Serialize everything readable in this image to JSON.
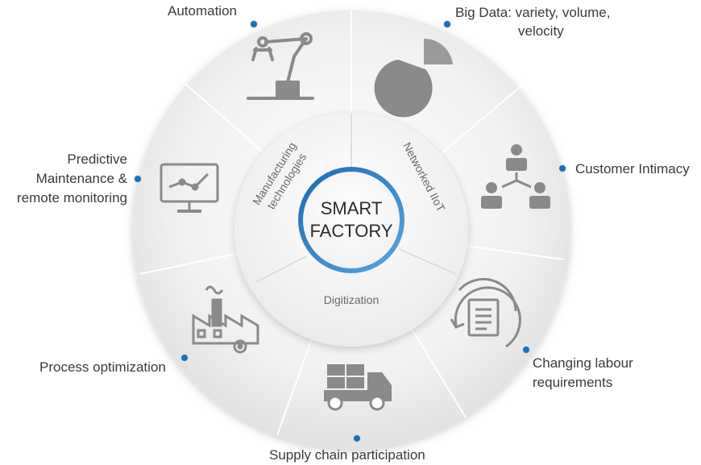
{
  "center": {
    "line1": "SMART",
    "line2": "FACTORY"
  },
  "ring": {
    "segment_1_line1": "Manufacturing",
    "segment_1_line2": "technologies",
    "segment_2": "Networked IIoT",
    "segment_3": "Digitization"
  },
  "labels": {
    "automation": "Automation",
    "big_data_line1": "Big Data: variety, volume,",
    "big_data_line2": "velocity",
    "customer_intimacy": "Customer Intimacy",
    "predictive_line1": "Predictive",
    "predictive_line2": "Maintenance &",
    "predictive_line3": "remote monitoring",
    "changing_labour_line1": "Changing labour",
    "changing_labour_line2": "requirements",
    "process_optimization": "Process optimization",
    "supply_chain": "Supply chain participation"
  },
  "colors": {
    "accent_dot": "#1e6fb5",
    "center_ring": "#2a7fc6",
    "icon_gray": "#8a8a8a",
    "wheel_light": "#f3f3f3",
    "wheel_shadow": "#d9d9d9"
  },
  "icons": [
    "robot-arm-icon",
    "pie-chart-icon",
    "org-chart-icon",
    "monitor-chart-icon",
    "document-cycle-icon",
    "factory-gear-icon",
    "delivery-truck-icon"
  ]
}
